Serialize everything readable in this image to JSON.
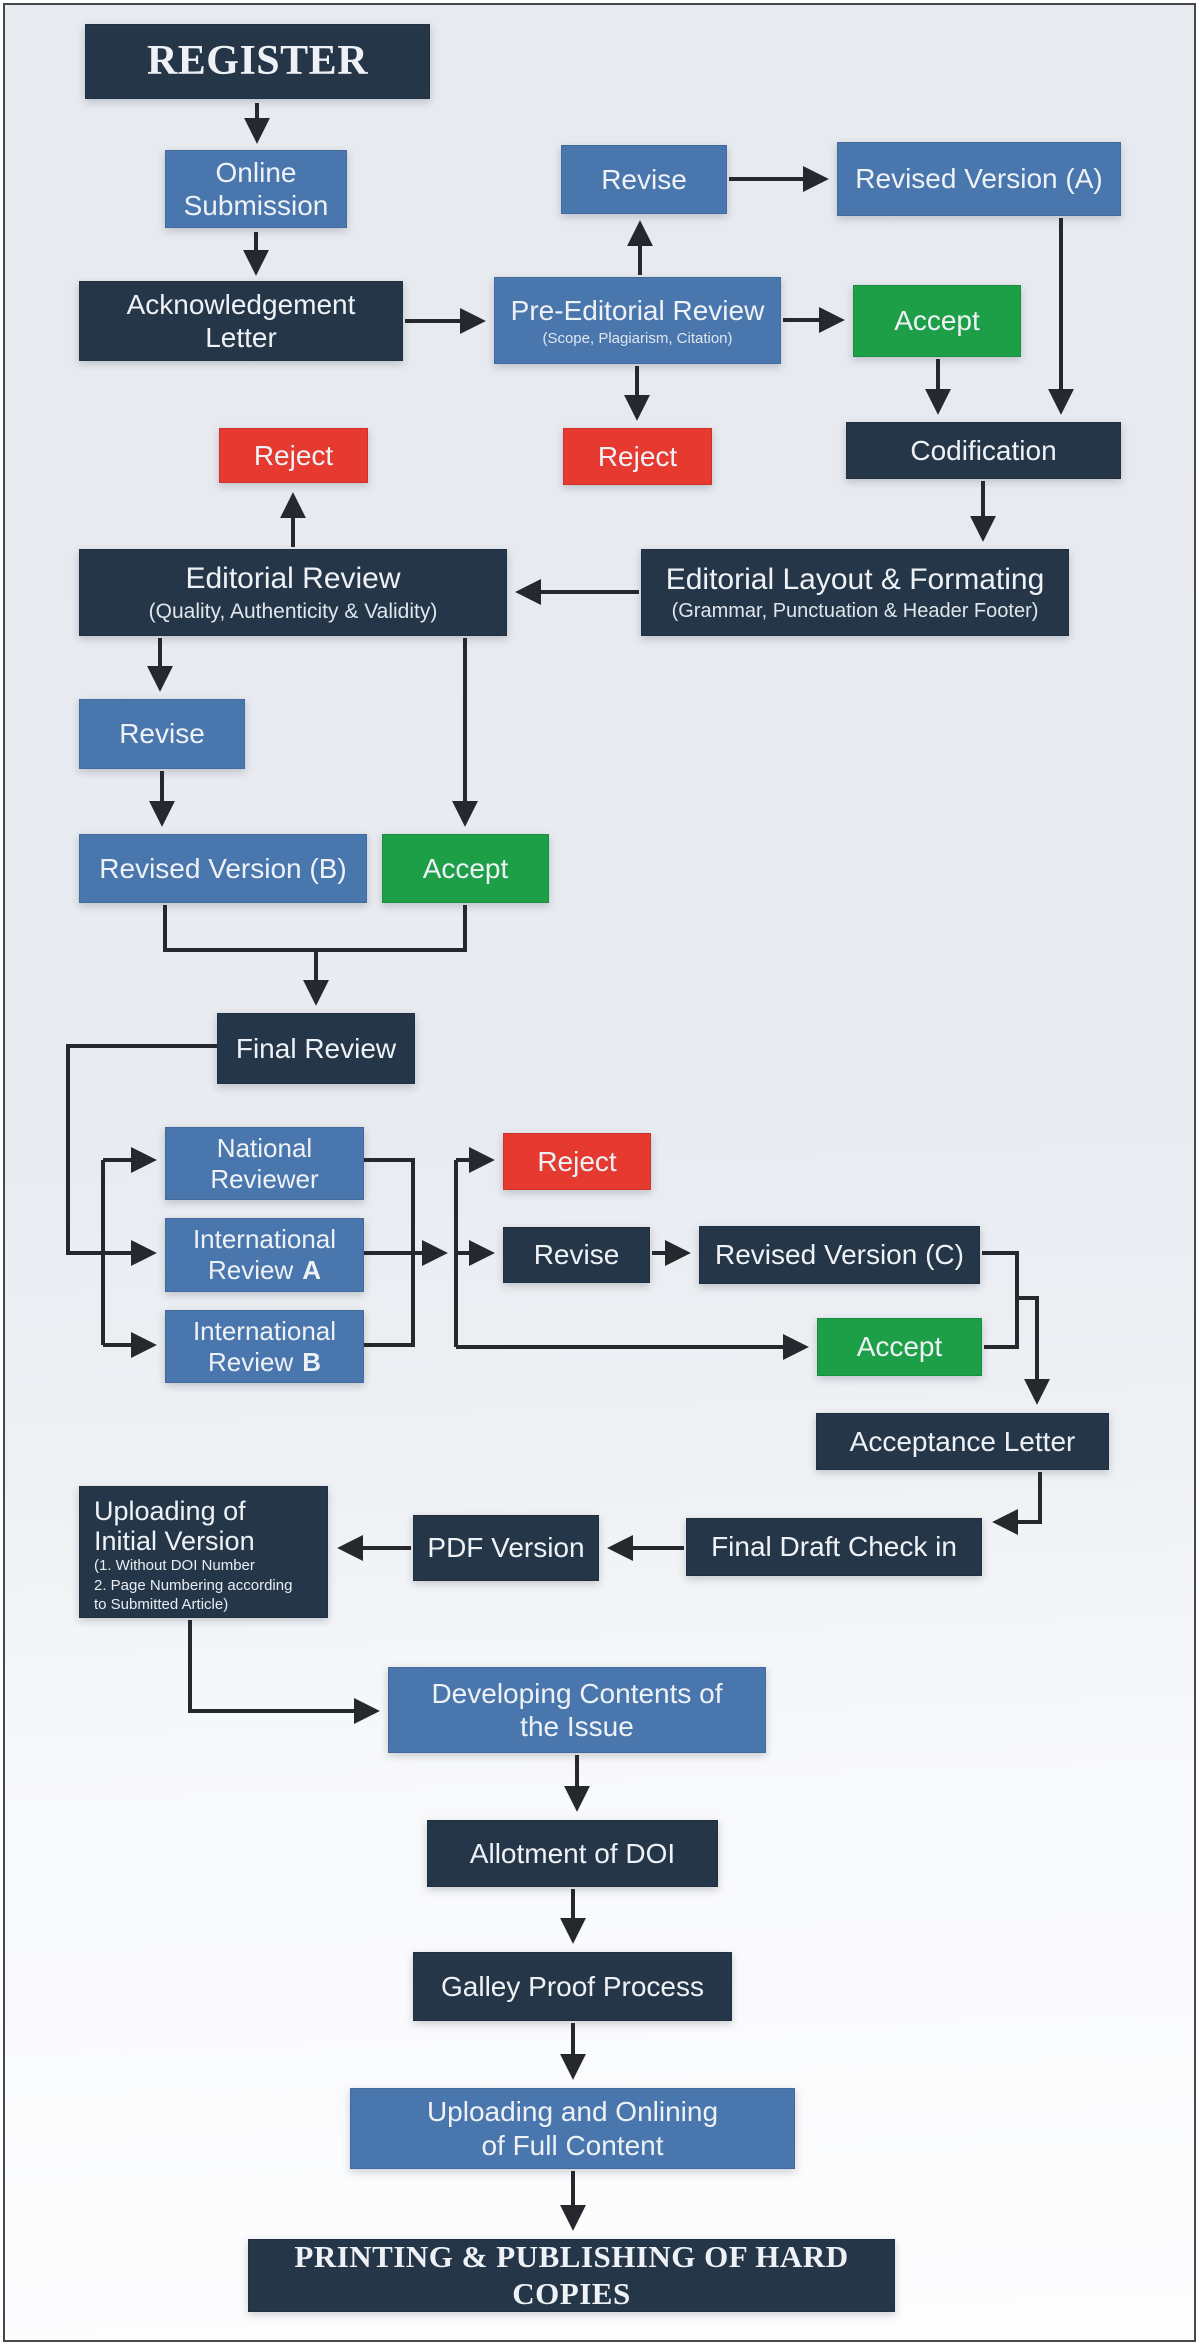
{
  "colors": {
    "navy": "#253648",
    "blue": "#4a76ae",
    "green": "#1d9f48",
    "red": "#e6392f",
    "connector": "#26282e",
    "background_top": "#e8ebf0",
    "background_bottom": "#fdfdfe",
    "frame_border": "#45494e",
    "text": "#eef2f6"
  },
  "nodes": [
    {
      "id": "register",
      "type": "navy",
      "lines": [
        "REGISTER"
      ]
    },
    {
      "id": "online-submission",
      "type": "blue",
      "lines": [
        "Online",
        "Submission"
      ]
    },
    {
      "id": "acknowledgement-letter",
      "type": "navy",
      "lines": [
        "Acknowledgement",
        "Letter"
      ]
    },
    {
      "id": "revise-pre",
      "type": "blue",
      "lines": [
        "Revise"
      ]
    },
    {
      "id": "revised-version-a",
      "type": "blue",
      "lines": [
        "Revised Version (A)"
      ]
    },
    {
      "id": "pre-editorial-review",
      "type": "blue",
      "lines": [
        "Pre-Editorial Review"
      ],
      "sub": "(Scope, Plagiarism, Citation)"
    },
    {
      "id": "accept-pre",
      "type": "green",
      "lines": [
        "Accept"
      ]
    },
    {
      "id": "reject-pre",
      "type": "red",
      "lines": [
        "Reject"
      ]
    },
    {
      "id": "codification",
      "type": "navy",
      "lines": [
        "Codification"
      ]
    },
    {
      "id": "editorial-layout",
      "type": "navy",
      "lines": [
        "Editorial Layout & Formating"
      ],
      "sub": "(Grammar, Punctuation & Header Footer)"
    },
    {
      "id": "editorial-review",
      "type": "navy",
      "lines": [
        "Editorial Review"
      ],
      "sub": "(Quality, Authenticity & Validity)"
    },
    {
      "id": "reject-editorial",
      "type": "red",
      "lines": [
        "Reject"
      ]
    },
    {
      "id": "revise-editorial",
      "type": "blue",
      "lines": [
        "Revise"
      ]
    },
    {
      "id": "revised-version-b",
      "type": "blue",
      "lines": [
        "Revised Version (B)"
      ]
    },
    {
      "id": "accept-editorial",
      "type": "green",
      "lines": [
        "Accept"
      ]
    },
    {
      "id": "final-review",
      "type": "navy",
      "lines": [
        "Final Review"
      ]
    },
    {
      "id": "national-reviewer",
      "type": "blue",
      "lines": [
        "National",
        "Reviewer"
      ]
    },
    {
      "id": "international-review-a",
      "type": "blue",
      "lines": [
        "International",
        "Review"
      ],
      "tail": "A"
    },
    {
      "id": "international-review-b",
      "type": "blue",
      "lines": [
        "International",
        "Review"
      ],
      "tail": "B"
    },
    {
      "id": "reject-final",
      "type": "red",
      "lines": [
        "Reject"
      ]
    },
    {
      "id": "revise-final",
      "type": "navy",
      "lines": [
        "Revise"
      ]
    },
    {
      "id": "revised-version-c",
      "type": "navy",
      "lines": [
        "Revised Version (C)"
      ]
    },
    {
      "id": "accept-final",
      "type": "green",
      "lines": [
        "Accept"
      ]
    },
    {
      "id": "acceptance-letter",
      "type": "navy",
      "lines": [
        "Acceptance Letter"
      ]
    },
    {
      "id": "final-draft-check-in",
      "type": "navy",
      "lines": [
        "Final Draft Check in"
      ]
    },
    {
      "id": "pdf-version",
      "type": "navy",
      "lines": [
        "PDF Version"
      ]
    },
    {
      "id": "uploading-initial-version",
      "type": "navy",
      "lines": [
        "Uploading of",
        "Initial Version"
      ],
      "sublines": [
        "(1. Without DOI Number",
        "2. Page Numbering according",
        "to Submitted Article)"
      ]
    },
    {
      "id": "developing-contents",
      "type": "blue",
      "lines": [
        "Developing Contents of",
        "the Issue"
      ]
    },
    {
      "id": "allotment-of-doi",
      "type": "navy",
      "lines": [
        "Allotment of DOI"
      ]
    },
    {
      "id": "galley-proof-process",
      "type": "navy",
      "lines": [
        "Galley Proof Process"
      ]
    },
    {
      "id": "uploading-onlining",
      "type": "blue",
      "lines": [
        "Uploading and Onlining",
        "of Full Content"
      ]
    },
    {
      "id": "printing-publishing",
      "type": "navy",
      "lines": [
        "PRINTING & PUBLISHING OF HARD COPIES"
      ]
    }
  ]
}
